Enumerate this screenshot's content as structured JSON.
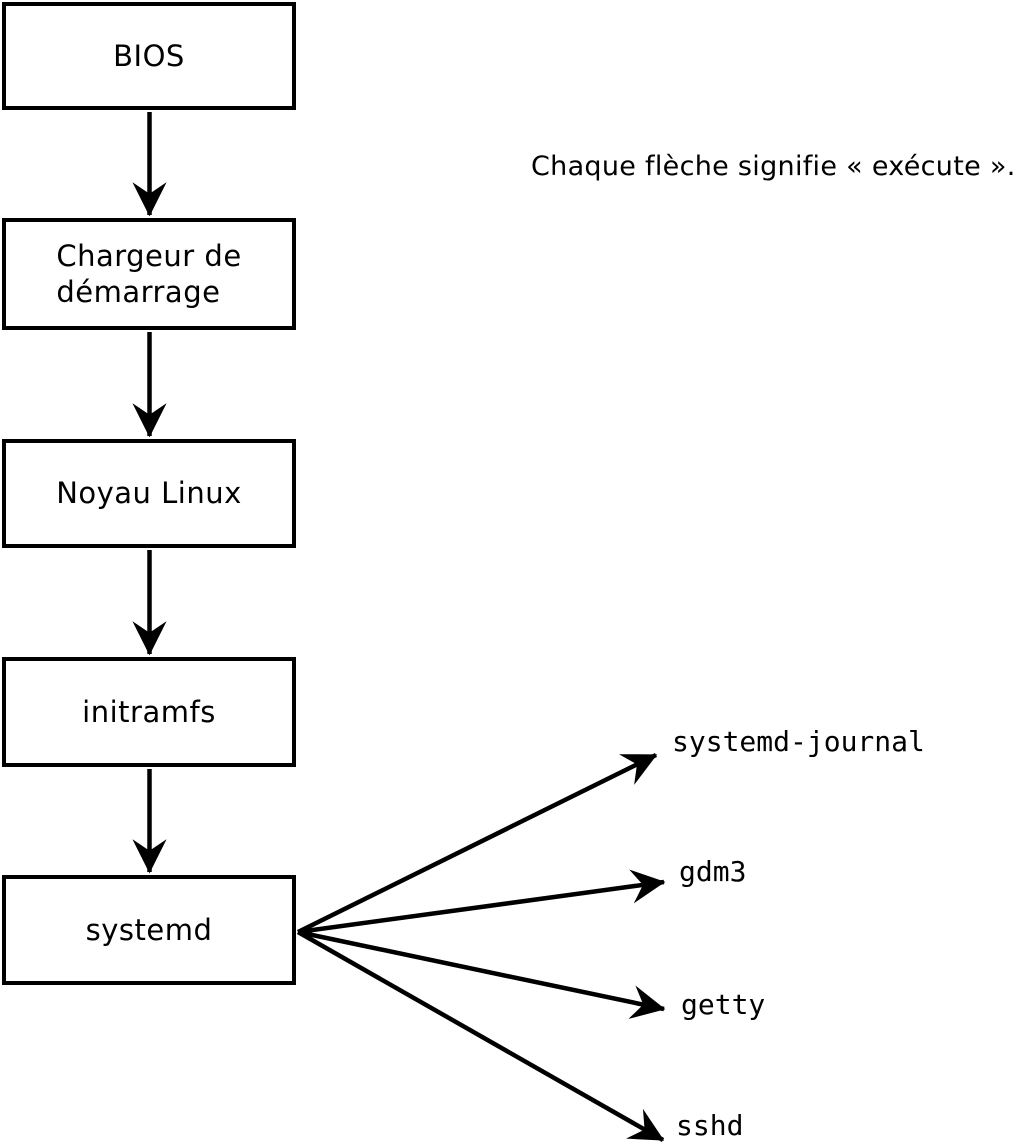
{
  "diagram": {
    "caption": "Chaque flèche signifie « exécute ».",
    "colors": {
      "background": "#ffffff",
      "line": "#000000",
      "box_fill": "#ffffff",
      "box_border": "#000000"
    },
    "boot_chain": [
      {
        "label": "BIOS"
      },
      {
        "label": "Chargeur de\ndémarrage"
      },
      {
        "label": "Noyau Linux"
      },
      {
        "label": "initramfs"
      },
      {
        "label": "systemd"
      }
    ],
    "spawned_processes": [
      {
        "label": "systemd-journal"
      },
      {
        "label": "gdm3"
      },
      {
        "label": "getty"
      },
      {
        "label": "sshd"
      }
    ]
  }
}
